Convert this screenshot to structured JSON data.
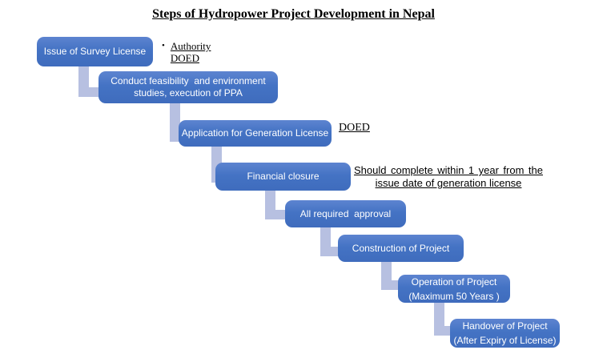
{
  "title": "Steps of Hydropower Project Development in Nepal",
  "colors": {
    "box_fill_top": "#5d84d0",
    "box_fill": "#4473c4",
    "box_fill_bottom": "#3f6cbd",
    "connector": "#b7c0e1",
    "box_text": "#ffffff",
    "annotation_text": "#000000",
    "background": "#ffffff"
  },
  "steps": [
    {
      "lines": [
        "Issue of Survey License"
      ]
    },
    {
      "lines": [
        "Conduct feasibility  and environment",
        "studies, execution of PPA"
      ]
    },
    {
      "lines": [
        "Application for Generation License"
      ]
    },
    {
      "lines": [
        "Financial closure"
      ]
    },
    {
      "lines": [
        "All required  approval"
      ]
    },
    {
      "lines": [
        "Construction of Project"
      ]
    },
    {
      "lines": [
        "Operation of Project",
        "(Maximum 50 Years )"
      ]
    },
    {
      "lines": [
        "Handover of Project",
        "(After Expiry of License)"
      ]
    }
  ],
  "annotations": {
    "authority": {
      "bullet": "•",
      "lines": [
        "Authority",
        "DOED"
      ]
    },
    "doed": "DOED",
    "financial_note": {
      "lines": [
        "Should complete within 1 year from the",
        "issue date of generation license"
      ]
    }
  }
}
